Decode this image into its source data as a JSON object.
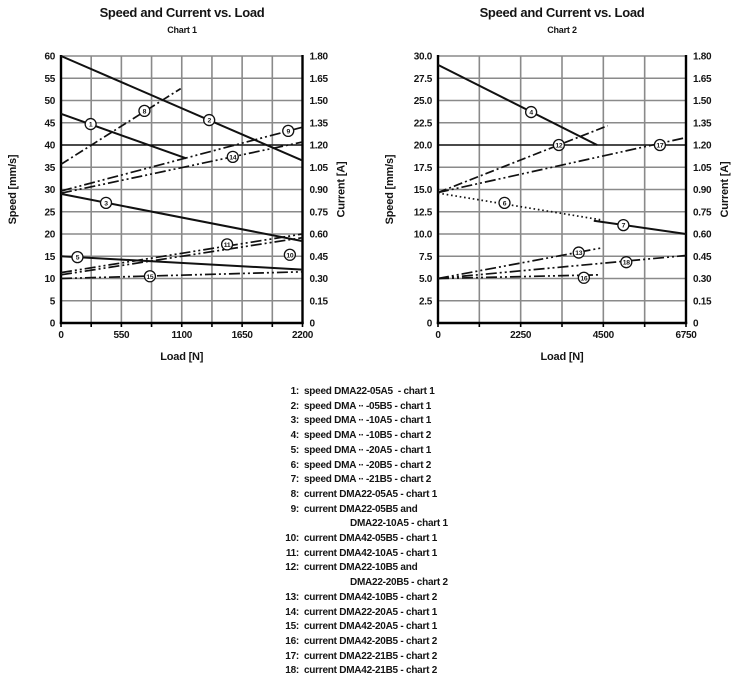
{
  "colors": {
    "line": "#111111",
    "grid": "#8a8a8a",
    "frame": "#000000",
    "reference_line": "#000000",
    "background": "#ffffff",
    "marker_fill": "#ffffff"
  },
  "chart_data": [
    {
      "type": "line",
      "title": "Speed and Current vs. Load",
      "subtitle": "Chart 1",
      "xlabel": "Load [N]",
      "ylabel_left": "Speed [mm/s]",
      "ylabel_right": "Current [A]",
      "x_max": 2200,
      "x_divisions": 8,
      "x_tick_labels": [
        "0",
        "550",
        "1100",
        "1650",
        "2200"
      ],
      "speed_max": 60,
      "current_max": 1.8,
      "left_tick_labels": [
        "60",
        "55",
        "50",
        "45",
        "40",
        "35",
        "30",
        "25",
        "20",
        "15",
        "10",
        "5",
        "0"
      ],
      "right_tick_labels": [
        "1.80",
        "1.65",
        "1.50",
        "1.35",
        "1.20",
        "1.05",
        "0.90",
        "0.75",
        "0.60",
        "0.45",
        "0.30",
        "0.15",
        "0"
      ],
      "reference_line": {
        "axis": "current",
        "value": 1.2
      },
      "grid": true,
      "legend_position": "below-figure",
      "series": [
        {
          "n": "1",
          "name": "speed DMA22-05A5 - chart 1",
          "axis": "speed",
          "style": "solid",
          "points": [
            [
              0,
              47
            ],
            [
              1140,
              37
            ]
          ],
          "label": {
            "x": 270,
            "y": 44.7
          }
        },
        {
          "n": "2",
          "name": "speed DMA∙∙-05B5 - chart 1",
          "axis": "speed",
          "style": "solid",
          "points": [
            [
              0,
              60
            ],
            [
              2200,
              36.5
            ]
          ],
          "label": {
            "x": 1350,
            "y": 45.6
          }
        },
        {
          "n": "3",
          "name": "speed DMA∙∙-10A5 - chart 1",
          "axis": "speed",
          "style": "solid",
          "points": [
            [
              0,
              29
            ],
            [
              2200,
              18.4
            ]
          ],
          "label": {
            "x": 410,
            "y": 27.0
          }
        },
        {
          "n": "5",
          "name": "speed DMA∙∙-20A5 - chart 1",
          "axis": "speed",
          "style": "solid",
          "points": [
            [
              0,
              15
            ],
            [
              2200,
              12
            ]
          ],
          "label": {
            "x": 150,
            "y": 14.8
          }
        },
        {
          "n": "8",
          "name": "current DMA22-05A5 - chart 1",
          "axis": "current",
          "style": "dashdot",
          "points": [
            [
              0,
              1.07
            ],
            [
              1090,
              1.58
            ]
          ],
          "label": {
            "x": 760,
            "y": 1.43
          }
        },
        {
          "n": "9",
          "name": "current DMA22-05B5 and DMA22-10A5 - chart 1",
          "axis": "current",
          "style": "dashdotdot",
          "points": [
            [
              0,
              0.89
            ],
            [
              2200,
              1.32
            ]
          ],
          "label": {
            "x": 2070,
            "y": 1.295
          }
        },
        {
          "n": "14",
          "name": "current DMA22-20A5 - chart 1",
          "axis": "current",
          "style": "dashdotdot",
          "points": [
            [
              0,
              0.875
            ],
            [
              2200,
              1.22
            ]
          ],
          "label": {
            "x": 1565,
            "y": 1.12
          }
        },
        {
          "n": "11",
          "name": "current DMA42-10A5 - chart 1",
          "axis": "current",
          "style": "dashdotdot",
          "points": [
            [
              0,
              0.34
            ],
            [
              2200,
              0.6
            ]
          ],
          "label": {
            "x": 1513,
            "y": 0.53
          }
        },
        {
          "n": "10",
          "name": "current DMA42-05B5 - chart 1",
          "axis": "current",
          "style": "dashdotdot",
          "points": [
            [
              0,
              0.325
            ],
            [
              2200,
              0.575
            ]
          ],
          "label": {
            "x": 2085,
            "y": 0.46
          }
        },
        {
          "n": "15",
          "name": "current DMA42-20A5 - chart 1",
          "axis": "current",
          "style": "dashdotdot",
          "points": [
            [
              0,
              0.3
            ],
            [
              2200,
              0.345
            ]
          ],
          "label": {
            "x": 810,
            "y": 0.315
          }
        }
      ]
    },
    {
      "type": "line",
      "title": "Speed and Current vs. Load",
      "subtitle": "Chart 2",
      "xlabel": "Load [N]",
      "ylabel_left": "Speed [mm/s]",
      "ylabel_right": "Current [A]",
      "x_max": 6750,
      "x_divisions": 6,
      "x_tick_labels": [
        "0",
        "2250",
        "4500",
        "6750"
      ],
      "speed_max": 30,
      "current_max": 1.8,
      "left_tick_labels": [
        "30.0",
        "27.5",
        "25.0",
        "22.5",
        "20.0",
        "17.5",
        "15.0",
        "12.5",
        "10.0",
        "7.5",
        "5.0",
        "2.5",
        "0"
      ],
      "right_tick_labels": [
        "1.80",
        "1.65",
        "1.50",
        "1.35",
        "1.20",
        "1.05",
        "0.90",
        "0.75",
        "0.60",
        "0.45",
        "0.30",
        "0.15",
        "0"
      ],
      "reference_line": {
        "axis": "current",
        "value": 1.2
      },
      "grid": true,
      "legend_position": "below-figure",
      "series": [
        {
          "n": "4",
          "name": "speed DMA∙∙-10B5 - chart 2",
          "axis": "speed",
          "style": "solid",
          "points": [
            [
              0,
              29
            ],
            [
              4330,
              20
            ]
          ],
          "label": {
            "x": 2535,
            "y": 23.7
          }
        },
        {
          "n": "12",
          "name": "current DMA22-10B5 and DMA22-20B5 - chart 2",
          "axis": "current",
          "style": "dashdot",
          "points": [
            [
              0,
              0.88
            ],
            [
              4620,
              1.33
            ]
          ],
          "label": {
            "x": 3290,
            "y": 1.2
          }
        },
        {
          "n": "17",
          "name": "current DMA22-21B5 - chart 2",
          "axis": "current",
          "style": "dashdotdot",
          "points": [
            [
              0,
              0.88
            ],
            [
              6750,
              1.25
            ]
          ],
          "label": {
            "x": 6040,
            "y": 1.2
          }
        },
        {
          "n": "6",
          "name": "speed DMA∙∙-20B5 - chart 2",
          "axis": "speed",
          "style": "dotted",
          "points": [
            [
              0,
              14.6
            ],
            [
              4425,
              11.6
            ]
          ],
          "label": {
            "x": 1810,
            "y": 13.5
          }
        },
        {
          "n": "7",
          "name": "speed DMA∙∙-21B5 - chart 2",
          "axis": "speed",
          "style": "solid",
          "points": [
            [
              4240,
              11.5
            ],
            [
              6750,
              10.0
            ]
          ],
          "label": {
            "x": 5045,
            "y": 11.0
          }
        },
        {
          "n": "13",
          "name": "current DMA42-10B5 - chart 2",
          "axis": "current",
          "style": "dashdotdot",
          "points": [
            [
              0,
              0.3
            ],
            [
              4425,
              0.505
            ]
          ],
          "label": {
            "x": 3830,
            "y": 0.475
          }
        },
        {
          "n": "16",
          "name": "current DMA42-20B5 - chart 2",
          "axis": "current",
          "style": "dashdotdot",
          "points": [
            [
              0,
              0.3
            ],
            [
              4425,
              0.325
            ]
          ],
          "label": {
            "x": 3970,
            "y": 0.305
          }
        },
        {
          "n": "18",
          "name": "current DMA42-21B5 - chart 2",
          "axis": "current",
          "style": "dashdotdot",
          "points": [
            [
              0,
              0.3
            ],
            [
              6750,
              0.455
            ]
          ],
          "label": {
            "x": 5125,
            "y": 0.41
          }
        }
      ]
    }
  ],
  "legend": {
    "rows": [
      {
        "num": "1:",
        "text": "speed DMA22-05A5  - chart 1",
        "indent": false
      },
      {
        "num": "2:",
        "text": "speed DMA ∙∙ -05B5 - chart 1",
        "indent": false
      },
      {
        "num": "3:",
        "text": "speed DMA ∙∙ -10A5 - chart 1",
        "indent": false
      },
      {
        "num": "4:",
        "text": "speed DMA ∙∙ -10B5 - chart 2",
        "indent": false
      },
      {
        "num": "5:",
        "text": "speed DMA ∙∙ -20A5 - chart 1",
        "indent": false
      },
      {
        "num": "6:",
        "text": "speed DMA ∙∙ -20B5 - chart 2",
        "indent": false
      },
      {
        "num": "7:",
        "text": "speed DMA ∙∙ -21B5 - chart 2",
        "indent": false
      },
      {
        "num": "8:",
        "text": "current DMA22-05A5 - chart 1",
        "indent": false
      },
      {
        "num": "9:",
        "text": "current DMA22-05B5 and",
        "indent": false
      },
      {
        "num": "",
        "text": "DMA22-10A5 - chart 1",
        "indent": true
      },
      {
        "num": "10:",
        "text": "current DMA42-05B5 - chart 1",
        "indent": false
      },
      {
        "num": "11:",
        "text": "current DMA42-10A5 - chart 1",
        "indent": false
      },
      {
        "num": "12:",
        "text": "current DMA22-10B5 and",
        "indent": false
      },
      {
        "num": "",
        "text": "DMA22-20B5 - chart 2",
        "indent": true
      },
      {
        "num": "13:",
        "text": "current DMA42-10B5 - chart 2",
        "indent": false
      },
      {
        "num": "14:",
        "text": "current DMA22-20A5 - chart 1",
        "indent": false
      },
      {
        "num": "15:",
        "text": "current DMA42-20A5 - chart 1",
        "indent": false
      },
      {
        "num": "16:",
        "text": "current DMA42-20B5 - chart 2",
        "indent": false
      },
      {
        "num": "17:",
        "text": "current DMA22-21B5 - chart 2",
        "indent": false
      },
      {
        "num": "18:",
        "text": "current DMA42-21B5 - chart 2",
        "indent": false
      }
    ]
  }
}
